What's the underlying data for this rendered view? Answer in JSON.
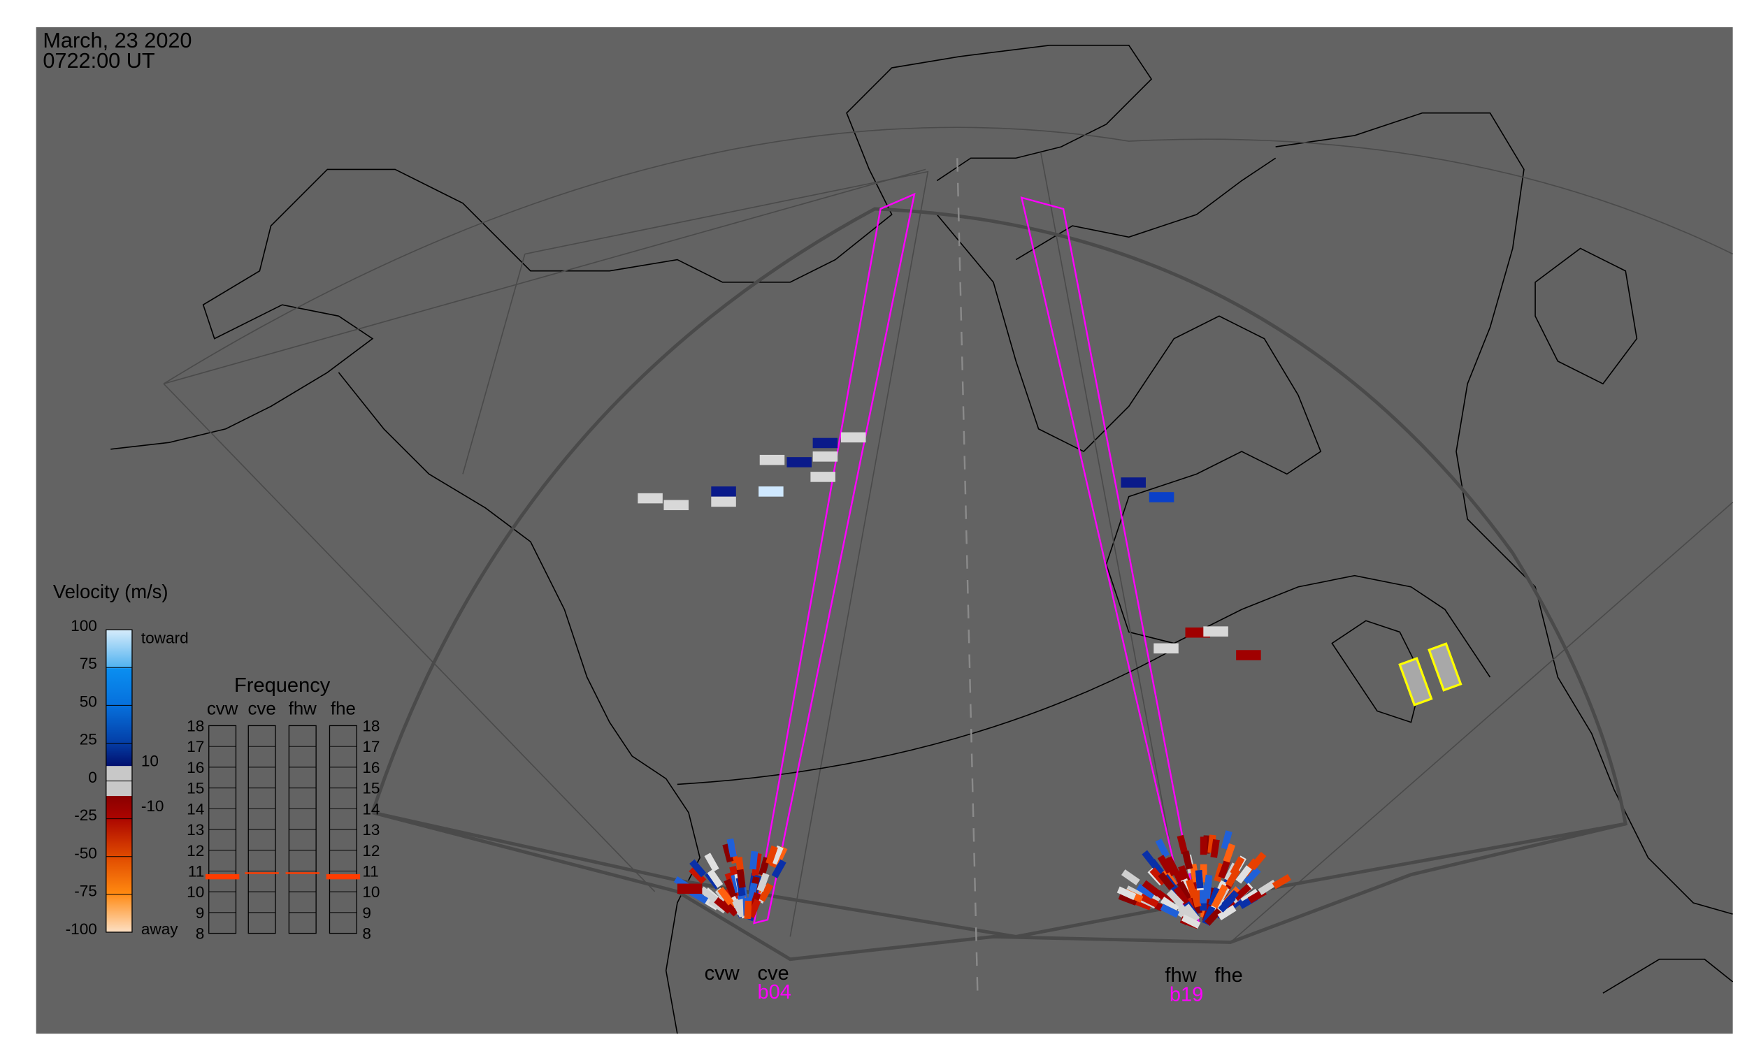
{
  "header": {
    "date": "March, 23 2020",
    "time": "0722:00 UT"
  },
  "colors": {
    "background": "#636363",
    "beam": "#ff00ff",
    "coast": "#000000",
    "fov": "#4a4a4a",
    "highlight": "#ffff00"
  },
  "velocity_legend": {
    "title": "Velocity (m/s)",
    "ticks": [
      "100",
      "75",
      "50",
      "25",
      "0",
      "-25",
      "-50",
      "-75",
      "-100"
    ],
    "toward_label": "toward",
    "away_label": "away",
    "pos_threshold": "10",
    "neg_threshold": "-10"
  },
  "frequency_panel": {
    "title": "Frequency",
    "radars": [
      "cvw",
      "cve",
      "fhw",
      "fhe"
    ],
    "ticks": [
      "18",
      "17",
      "16",
      "15",
      "14",
      "13",
      "12",
      "11",
      "10",
      "9",
      "8"
    ],
    "range_mhz": [
      8,
      18
    ],
    "bands": [
      {
        "radar": "cvw",
        "low": 10.6,
        "high": 10.85
      },
      {
        "radar": "cve",
        "low": 10.88,
        "high": 10.94
      },
      {
        "radar": "fhw",
        "low": 10.88,
        "high": 10.94
      },
      {
        "radar": "fhe",
        "low": 10.6,
        "high": 10.85
      }
    ]
  },
  "radars": {
    "west_pair": {
      "left": "cvw",
      "right": "cve",
      "beam": "b04"
    },
    "east_pair": {
      "left": "fhw",
      "right": "fhe",
      "beam": "b19"
    }
  }
}
